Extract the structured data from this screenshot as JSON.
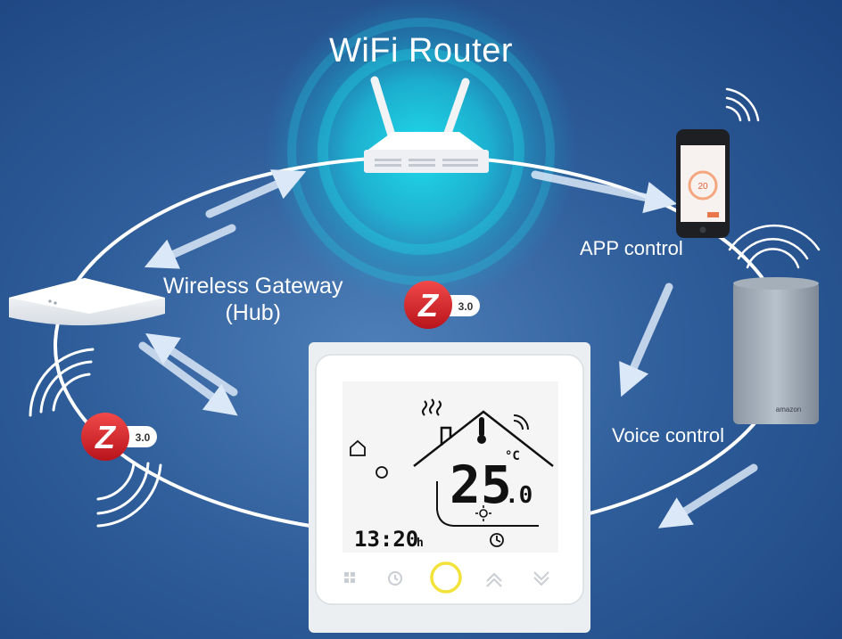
{
  "title": "WiFi Router",
  "labels": {
    "app_control": "APP control",
    "gateway_line1": "Wireless Gateway",
    "gateway_line2": "(Hub)",
    "voice_control": "Voice control"
  },
  "zigbee_badge": {
    "letter": "Z",
    "version": "3.0"
  },
  "thermostat": {
    "temperature_main": "25",
    "temperature_decimal": ".0",
    "unit": "°C",
    "time": "13:20",
    "time_suffix": "h"
  },
  "phone_screen": {
    "setpoint": "20"
  },
  "speaker_brand": "amazon",
  "colors": {
    "background": "#2f5e9b",
    "glow": "#19d6e6",
    "ring": "#ffffff",
    "zigbee_red": "#d81f26",
    "power_ring": "#f3e23a"
  }
}
